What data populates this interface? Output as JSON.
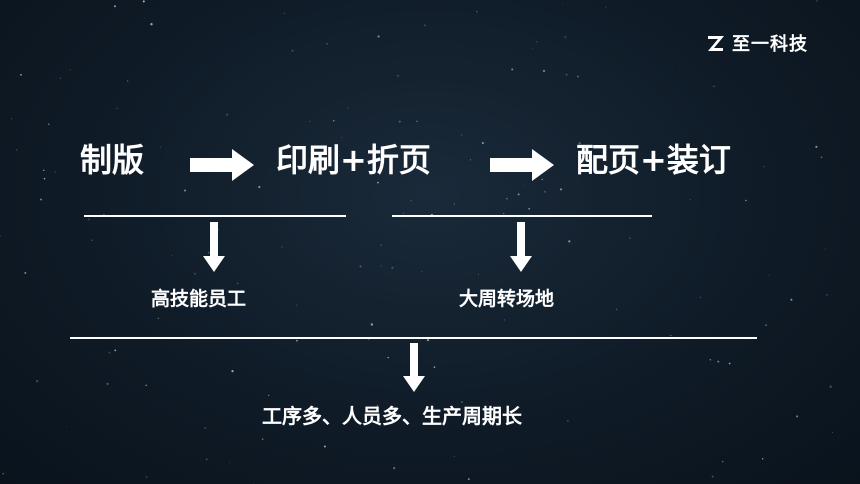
{
  "brand": {
    "name": "至一科技",
    "logo_icon": "z-logo-icon"
  },
  "flow": {
    "stages": [
      {
        "label": "制版"
      },
      {
        "label": "印刷+折页"
      },
      {
        "label": "配页+装订"
      }
    ]
  },
  "notes": {
    "stage_1_2": "高技能员工",
    "stage_2_3": "大周转场地",
    "overall": "工序多、人员多、生产周期长"
  },
  "colors": {
    "background": "#0f1b27",
    "foreground": "#ffffff"
  }
}
